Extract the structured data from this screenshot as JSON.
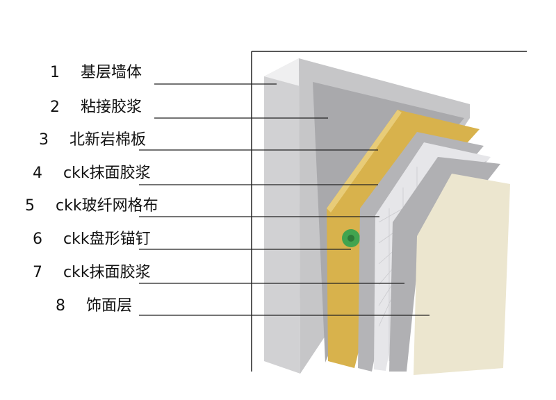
{
  "layers": [
    {
      "num": "1",
      "name": "基层墙体"
    },
    {
      "num": "2",
      "name": "粘接胶浆"
    },
    {
      "num": "3",
      "name": "北新岩棉板"
    },
    {
      "num": "4",
      "name": "ckk抹面胶浆"
    },
    {
      "num": "5",
      "name": "ckk玻纤网格布"
    },
    {
      "num": "6",
      "name": "ckk盘形锚钉"
    },
    {
      "num": "7",
      "name": "ckk抹面胶浆"
    },
    {
      "num": "8",
      "name": "饰面层"
    }
  ],
  "colors": {
    "wall": "#c9c9cb",
    "wall_face": "#b8b8bb",
    "adhesive": "#a5a5a8",
    "rockwool": "#d9b24a",
    "plaster": "#b2b2b5",
    "mesh": "#e8e8ea",
    "anchor": "#3fa34d",
    "finish": "#ebe6cf",
    "leader": "#222222"
  }
}
